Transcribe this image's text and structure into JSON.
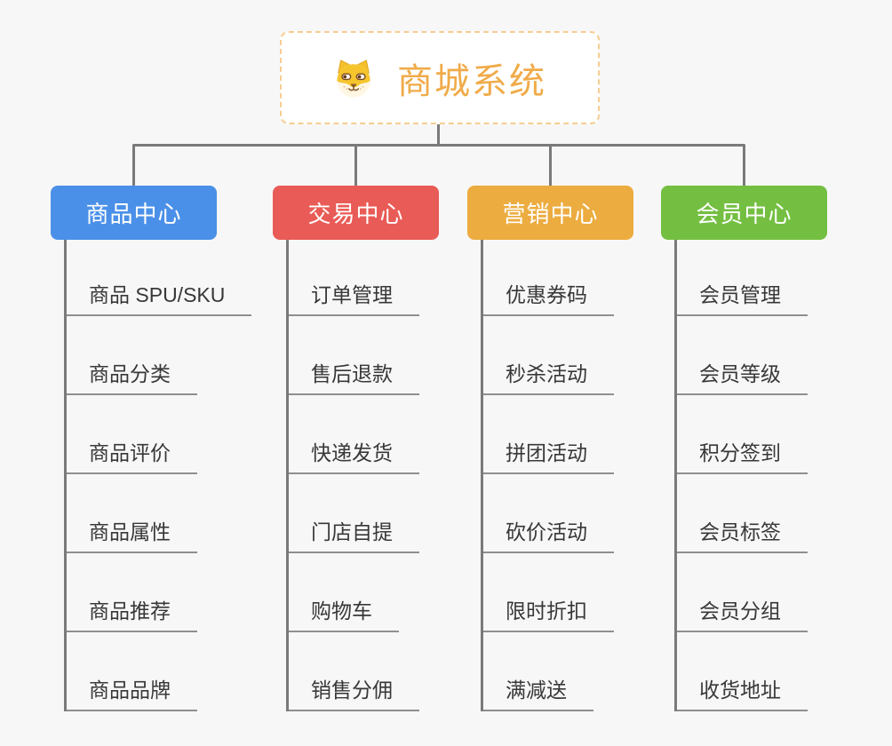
{
  "root": {
    "title": "商城系统",
    "icon": "dog-icon"
  },
  "branches": [
    {
      "label": "商品中心",
      "color": "#4B90E8",
      "items": [
        "商品 SPU/SKU",
        "商品分类",
        "商品评价",
        "商品属性",
        "商品推荐",
        "商品品牌"
      ]
    },
    {
      "label": "交易中心",
      "color": "#E95B56",
      "items": [
        "订单管理",
        "售后退款",
        "快递发货",
        "门店自提",
        "购物车",
        "销售分佣"
      ]
    },
    {
      "label": "营销中心",
      "color": "#ECAC3F",
      "items": [
        "优惠券码",
        "秒杀活动",
        "拼团活动",
        "砍价活动",
        "限时折扣",
        "满减送"
      ]
    },
    {
      "label": "会员中心",
      "color": "#74BF42",
      "items": [
        "会员管理",
        "会员等级",
        "积分签到",
        "会员标签",
        "会员分组",
        "收货地址"
      ]
    }
  ],
  "colors": {
    "background": "#F7F7F7",
    "connector": "#7A7A7A",
    "item_underline": "#8F8F8F",
    "item_text": "#383838",
    "root_border": "#F6CD92",
    "root_title": "#F0AB49"
  },
  "layout_note": "org-chart mind map, 4 branch columns of 6 leaf items each"
}
